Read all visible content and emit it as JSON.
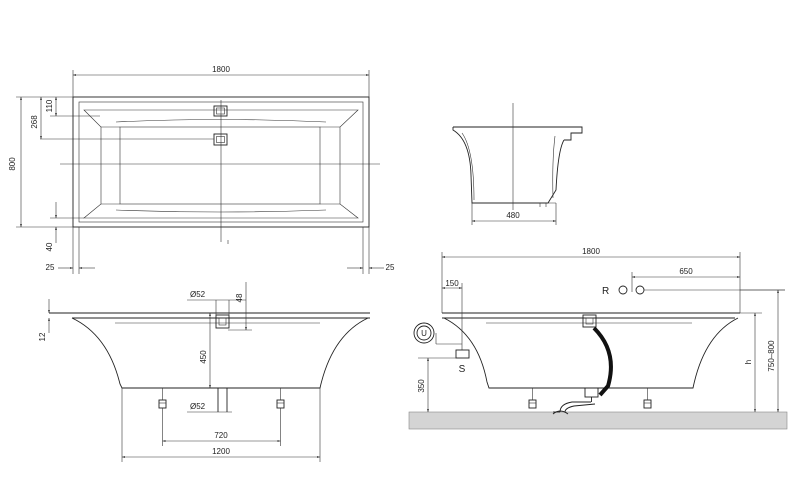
{
  "top_view": {
    "length": "1800",
    "width": "800",
    "rim_110": "110",
    "inner_268": "268",
    "bottom_40": "40",
    "edge_left_25": "25",
    "edge_right_25": "25"
  },
  "side_view": {
    "dia_top": "Ø52",
    "dim_48": "48",
    "rim_12": "12",
    "height_450": "450",
    "dia_bottom": "Ø52",
    "feet_720": "720",
    "base_1200": "1200"
  },
  "end_view": {
    "width_480": "480"
  },
  "install_view": {
    "length": "1800",
    "dim_150": "150",
    "dim_650": "650",
    "label_r": "R",
    "label_s": "S",
    "label_u": "U",
    "label_h": "h",
    "height_range": "750–800",
    "dim_350": "350"
  },
  "colors": {
    "line": "#222222",
    "floor": "#d4d4d4",
    "hose": "#111111"
  }
}
